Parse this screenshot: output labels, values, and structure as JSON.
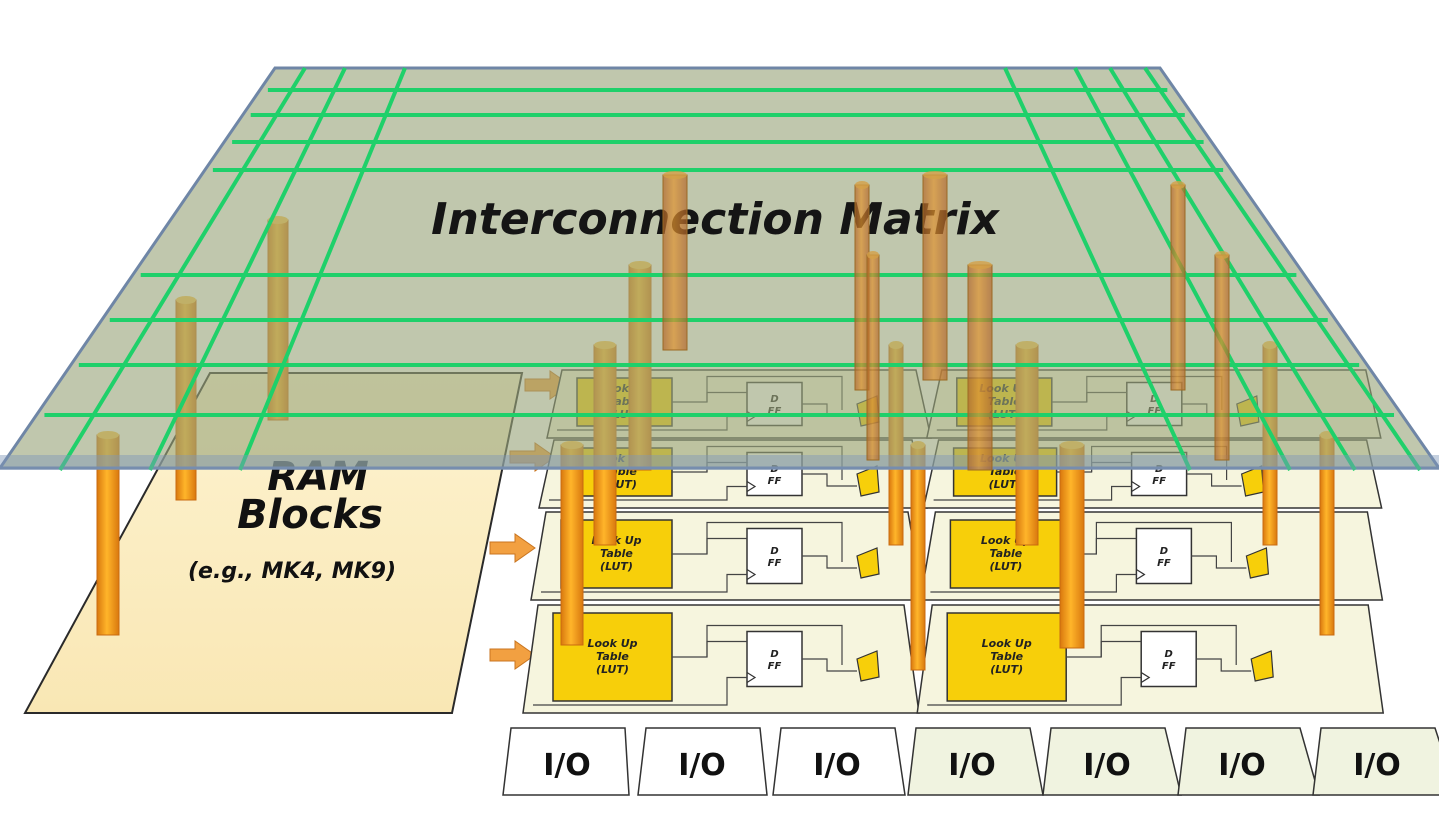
{
  "matrix": {
    "title": "Interconnection Matrix"
  },
  "ram": {
    "line1": "RAM",
    "line2": "Blocks",
    "line3": "(e.g., MK4, MK9)"
  },
  "lut_lines": [
    "Look Up",
    "Table",
    "(LUT)"
  ],
  "ff_lines": [
    "D",
    "FF"
  ],
  "io_label": "I/O",
  "io_count": 7,
  "colors": {
    "matrix_fill": "#9aa57a",
    "matrix_edge": "#6f86a6",
    "grid_line": "#1fd06a",
    "ram_fill": "#fbeec2",
    "lut_fill": "#f7cf0a",
    "cell_bg": "#f6f5de",
    "pillar": "#f09a1c",
    "arrow": "#f2a041"
  }
}
